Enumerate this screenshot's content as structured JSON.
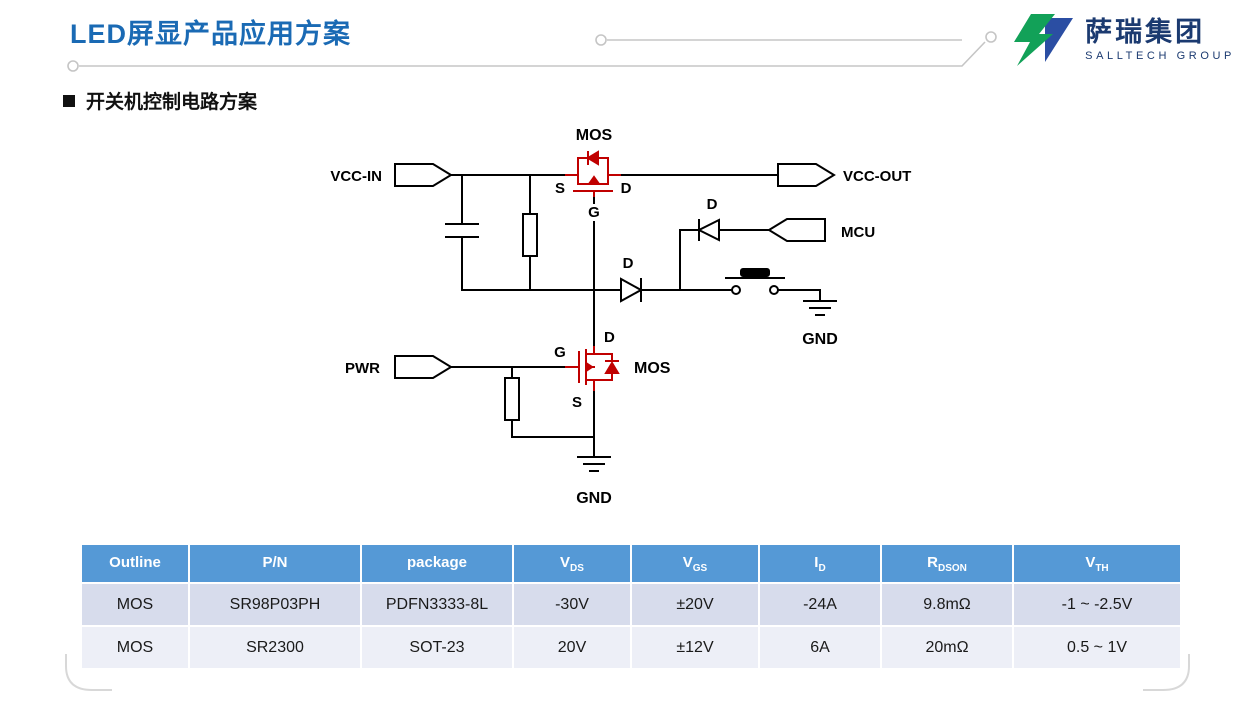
{
  "slide": {
    "title": "LED屏显产品应用方案",
    "section_heading": "开关机控制电路方案"
  },
  "logo": {
    "name": "萨瑞集团",
    "subtitle": "SALLTECH GROUP"
  },
  "colors": {
    "title_blue": "#1a6ab4",
    "table_header_bg": "#5599d6",
    "row_band_a": "#d7dcec",
    "row_band_b": "#edeff7",
    "mosfet_red": "#c00000",
    "wire_black": "#000000",
    "logo_green": "#12a158",
    "logo_blue": "#2b4ea3",
    "logo_text_navy": "#1b3a70"
  },
  "circuit": {
    "labels": {
      "vcc_in": "VCC-IN",
      "vcc_out": "VCC-OUT",
      "mcu": "MCU",
      "pwr": "PWR",
      "gnd_right": "GND",
      "gnd_bottom": "GND",
      "mos_top": "MOS",
      "mos_bottom": "MOS",
      "s_top": "S",
      "d_top": "D",
      "g_top": "G",
      "d_mid": "D",
      "d_mcu": "D",
      "g_bottom": "G",
      "d_bottom": "D",
      "s_bottom": "S"
    }
  },
  "table": {
    "header": [
      {
        "main": "Outline",
        "sub": ""
      },
      {
        "main": "P/N",
        "sub": ""
      },
      {
        "main": "package",
        "sub": ""
      },
      {
        "main": "V",
        "sub": "DS"
      },
      {
        "main": "V",
        "sub": "GS"
      },
      {
        "main": "I",
        "sub": "D"
      },
      {
        "main": "R",
        "sub": "DSON"
      },
      {
        "main": "V",
        "sub": "TH"
      }
    ],
    "rows": [
      [
        "MOS",
        "SR98P03PH",
        "PDFN3333-8L",
        "-30V",
        "±20V",
        "-24A",
        "9.8mΩ",
        "-1 ~ -2.5V"
      ],
      [
        "MOS",
        "SR2300",
        "SOT-23",
        "20V",
        "±12V",
        "6A",
        "20mΩ",
        "0.5 ~ 1V"
      ]
    ]
  }
}
